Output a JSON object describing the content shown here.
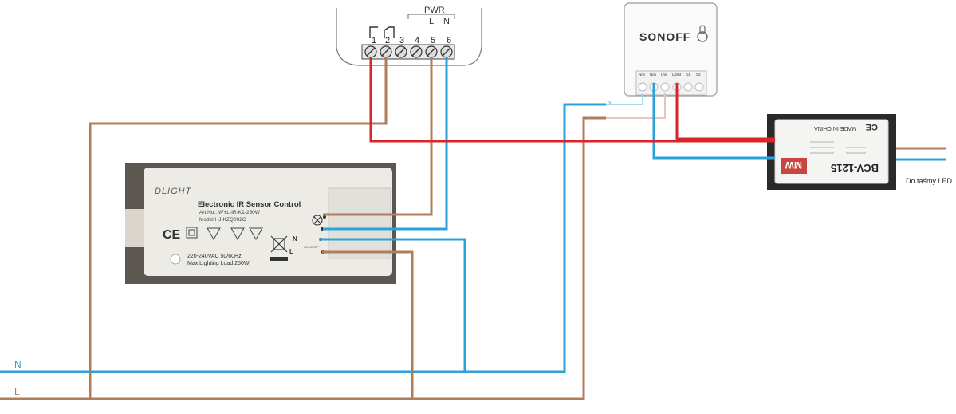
{
  "colors": {
    "brown": "#b07d5b",
    "blue": "#2ba3d9",
    "red": "#d9252a",
    "label_n": "#2ba3d9",
    "label_l": "#b07d5b"
  },
  "mains": {
    "n_label": "N",
    "l_label": "L"
  },
  "relay": {
    "pwr_label": "PWR",
    "l_label": "L",
    "n_label": "N",
    "terminals": [
      "1",
      "2",
      "3",
      "4",
      "5",
      "6"
    ]
  },
  "sonoff": {
    "brand": "SONOFF",
    "terminals": [
      "N/in",
      "N/in",
      "L/in",
      "L/Out",
      "S1",
      "S2"
    ],
    "n_label": "N",
    "l_label": "L"
  },
  "sensor": {
    "brand": "DLIGHT",
    "title": "Electronic IR Sensor Control",
    "art_no": "Art.No.: WYL-IR-K1-250W",
    "model": "Model:HJ-KZQ002C",
    "marks": "CE",
    "rating": "220-240VAC  50/60Hz",
    "max_load": "Max.Lighting Load:250W",
    "n_label": "N",
    "l_label": "L",
    "voltage_tag": "220-240V~"
  },
  "psu": {
    "brand": "MW",
    "model": "BCV-1215",
    "origin": "MADE IN CHINA",
    "mark": "CE"
  },
  "led_output_label": "Do taśmy LED"
}
